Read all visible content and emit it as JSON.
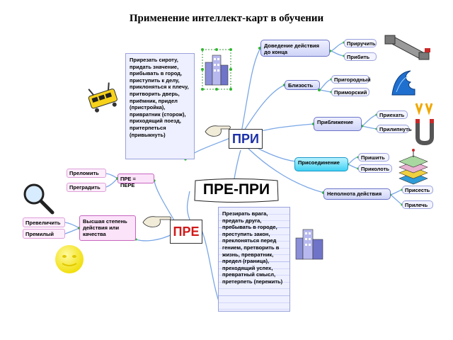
{
  "title": "Применение интеллект-карт в обучении",
  "center": "ПРЕ-ПРИ",
  "pri": {
    "label": "ПРИ",
    "note": "Прирезать сироту, придать значение, прибывать в город, приступить к делу, приклоняться к плечу, притворить дверь, приёмник, придел (пристройка), привратник (сторож), приходящий поезд, притерпеться (привыкнуть)",
    "branches": [
      {
        "label": "Доведение действия до конца",
        "leaves": [
          "Приручить",
          "Прибить"
        ]
      },
      {
        "label": "Близость",
        "leaves": [
          "Пригородный",
          "Приморский"
        ]
      },
      {
        "label": "Приближение",
        "leaves": [
          "Приехать",
          "Прилипнуть"
        ]
      },
      {
        "label": "Присоединение",
        "leaves": [
          "Пришить",
          "Приколоть"
        ]
      },
      {
        "label": "Неполнота действия",
        "leaves": [
          "Присесть",
          "Прилечь"
        ]
      }
    ]
  },
  "pre": {
    "label": "ПРЕ",
    "note": "Презирать врага, предать друга, пребывать в городе, преступить закон, преклоняться перед гением, претворить в жизнь, превратник, предел (граница), преходящий успех, превратный смысл, претерпеть (пережить)",
    "branches": [
      {
        "label": "ПРЕ = ПЕРЕ",
        "leaves": [
          "Преломить",
          "Преградить"
        ]
      },
      {
        "label": "Высшая степень действия или качества",
        "leaves": [
          "Превеличить",
          "Премилый"
        ]
      }
    ]
  },
  "colors": {
    "lavender": "#cfd4f7",
    "cyan": "#3fd2f3",
    "pink": "#fbe3f9",
    "line": "#7aa7e6"
  },
  "icons": [
    "flag-icon",
    "buildings-icon",
    "wrench-icon",
    "wave-icon",
    "magnet-icon",
    "papers-icon",
    "pointing-hand-icon",
    "magnifier-icon",
    "smiley-icon"
  ]
}
